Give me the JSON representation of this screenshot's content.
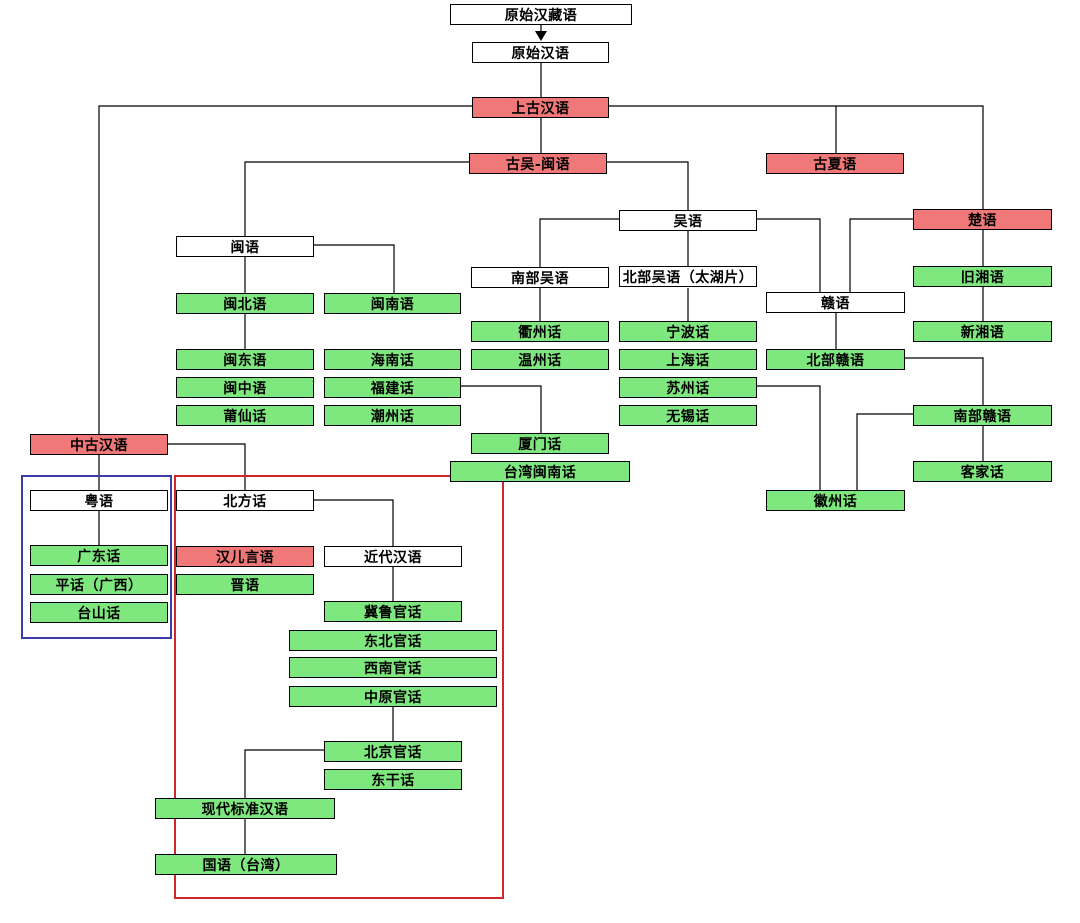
{
  "nodes": {
    "proto_sino_tibetan": "原始汉藏语",
    "proto_sinitic": "原始汉语",
    "old_chinese": "上古汉语",
    "wu_min": "古吴-闽语",
    "guxia": "古夏语",
    "chu": "楚语",
    "wu": "吴语",
    "min": "闽语",
    "south_wu": "南部吴语",
    "north_wu": "北部吴语（太湖片）",
    "gan": "赣语",
    "old_xiang": "旧湘语",
    "new_xiang": "新湘语",
    "minbei": "闽北语",
    "minnan": "闽南语",
    "quzhou": "衢州话",
    "wenzhou": "温州话",
    "ningbo": "宁波话",
    "shanghai": "上海话",
    "suzhou": "苏州话",
    "wuxi": "无锡话",
    "mindong": "闽东语",
    "minzhong": "闽中语",
    "puxian": "莆仙话",
    "hainan": "海南话",
    "fujian": "福建话",
    "chaozhou": "潮州话",
    "north_gan": "北部赣语",
    "south_gan": "南部赣语",
    "xiamen": "厦门话",
    "taiwan_minnan": "台湾闽南话",
    "hakka": "客家话",
    "huizhou": "徽州话",
    "middle_chinese": "中古汉语",
    "yue": "粤语",
    "northern": "北方话",
    "cantonese": "广东话",
    "pinghua": "平话（广西）",
    "taishan": "台山话",
    "erhua": "汉儿言语",
    "jin": "晋语",
    "early_modern": "近代汉语",
    "jilu": "冀鲁官话",
    "northeast": "东北官话",
    "southwest": "西南官话",
    "zhongyuan": "中原官话",
    "beijing": "北京官话",
    "dungan": "东干话",
    "standard": "现代标准汉语",
    "guoyu": "国语（台湾）"
  },
  "colors": {
    "green": "#7ee87e",
    "red": "#f07878",
    "white": "#ffffff",
    "blue_frame": "#3c3ca8",
    "red_frame": "#d02828"
  }
}
